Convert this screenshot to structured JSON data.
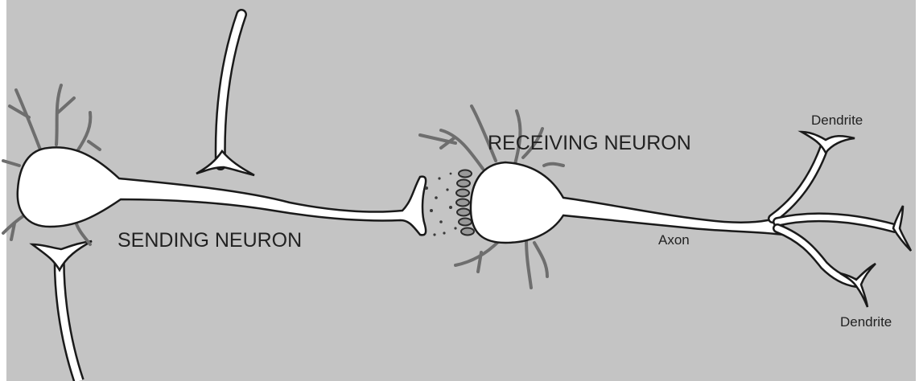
{
  "colors": {
    "background": "#c4c4c4",
    "neuron_fill": "#ffffff",
    "outline": "#1a1a1a",
    "dendrite_gray": "#6e6e6e"
  },
  "labels": {
    "sending_neuron": "SENDING NEURON",
    "receiving_neuron": "RECEIVING NEURON",
    "axon": "Axon",
    "dendrite_top": "Dendrite",
    "dendrite_bottom": "Dendrite"
  }
}
